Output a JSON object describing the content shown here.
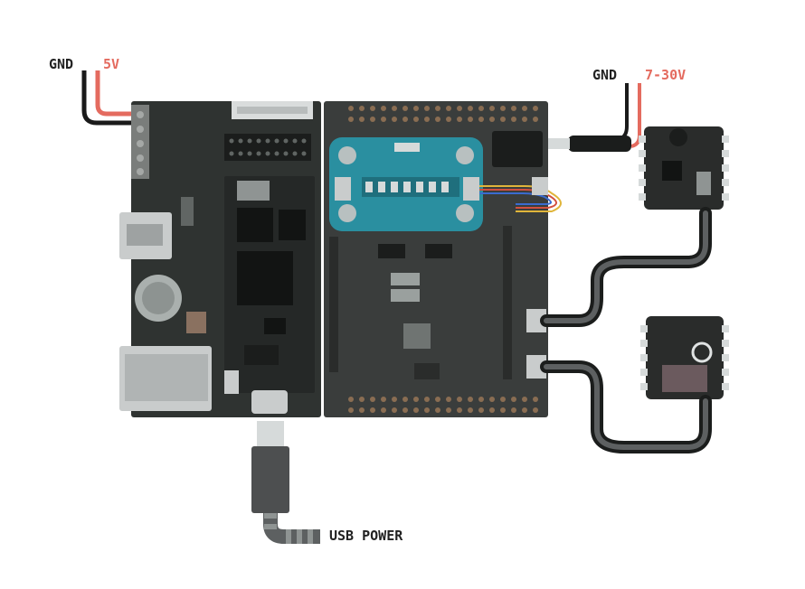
{
  "labels": {
    "left_gnd": "GND",
    "left_5v": "5V",
    "right_gnd": "GND",
    "right_7_30v": "7-30V",
    "usb_power": "USB POWER"
  },
  "colors": {
    "ground_wire": "#1a1a1a",
    "power_wire": "#e46b5f",
    "label_black": "#222222",
    "label_red": "#e46b5f",
    "board_dark": "#2f3331",
    "carrier_board": "#3a3d3c",
    "shield_teal": "#2a8fa0",
    "cable_gray": "#4d4f50"
  }
}
